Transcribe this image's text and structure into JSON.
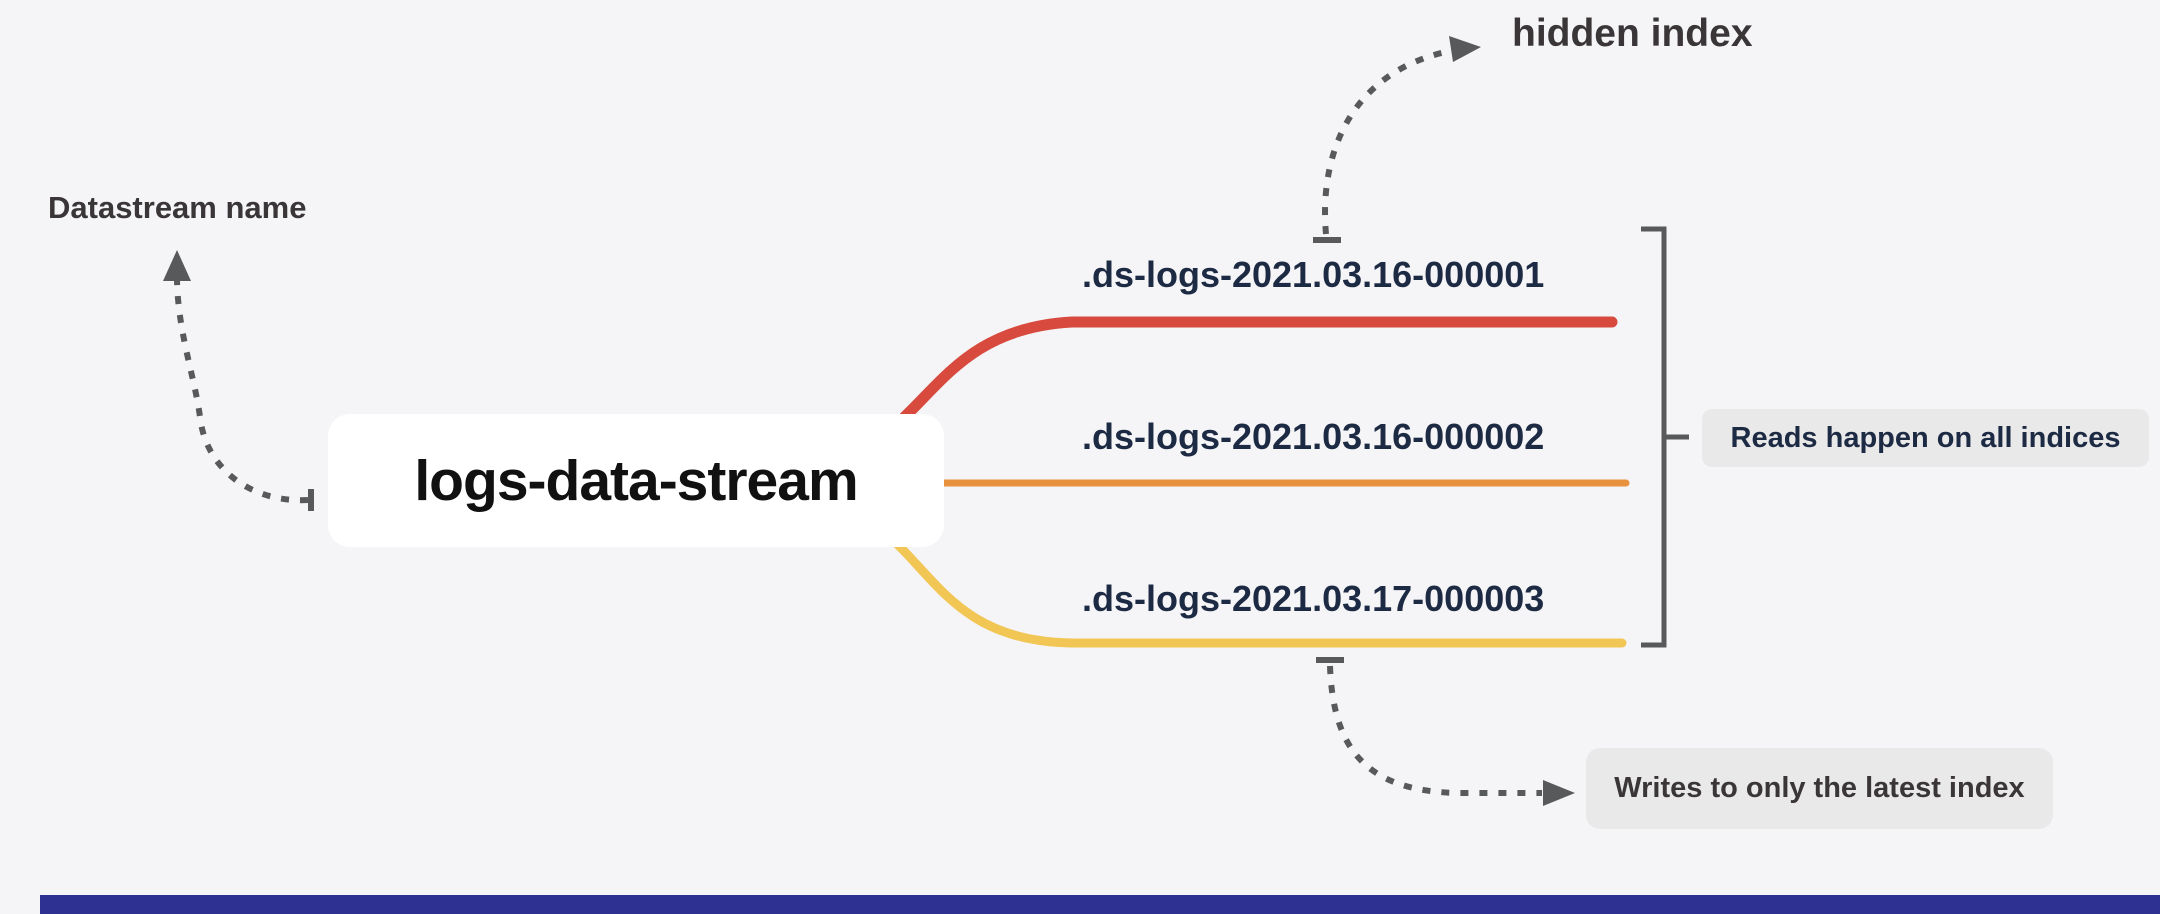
{
  "colors": {
    "background": "#f5f5f7",
    "red": "#d84a3e",
    "orange": "#e8913f",
    "yellow": "#f2c654",
    "navy": "#1d2a43",
    "charcoal": "#3a3637",
    "gray_arrow": "#58595b",
    "pill_bg": "#e9e9ea",
    "node_bg": "#ffffff",
    "node_text": "#111111",
    "bottom_bar": "#2e3192"
  },
  "diagram": {
    "root": {
      "label": "logs-data-stream"
    },
    "root_annotation": {
      "label": "Datastream name"
    },
    "hidden_index_annotation": {
      "label": "hidden index"
    },
    "indices": [
      {
        "label": ".ds-logs-2021.03.16-000001",
        "branch_color": "#d84a3e"
      },
      {
        "label": ".ds-logs-2021.03.16-000002",
        "branch_color": "#e8913f"
      },
      {
        "label": ".ds-logs-2021.03.17-000003",
        "branch_color": "#f2c654"
      }
    ],
    "reads_note": {
      "label": "Reads happen on all indices"
    },
    "writes_note": {
      "label": "Writes to only the latest index"
    }
  }
}
